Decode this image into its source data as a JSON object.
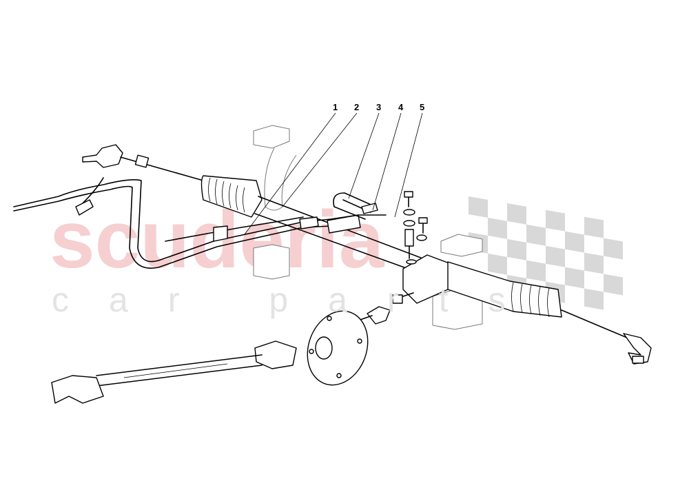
{
  "watermark": {
    "brand": "scuderia",
    "tagline": "car parts",
    "brand_color": "#f6cfd1",
    "tagline_color": "#e3e3e3",
    "flag_color": "#d6d6d6"
  },
  "callouts": [
    {
      "label": "1"
    },
    {
      "label": "2"
    },
    {
      "label": "3"
    },
    {
      "label": "4"
    },
    {
      "label": "5"
    }
  ]
}
